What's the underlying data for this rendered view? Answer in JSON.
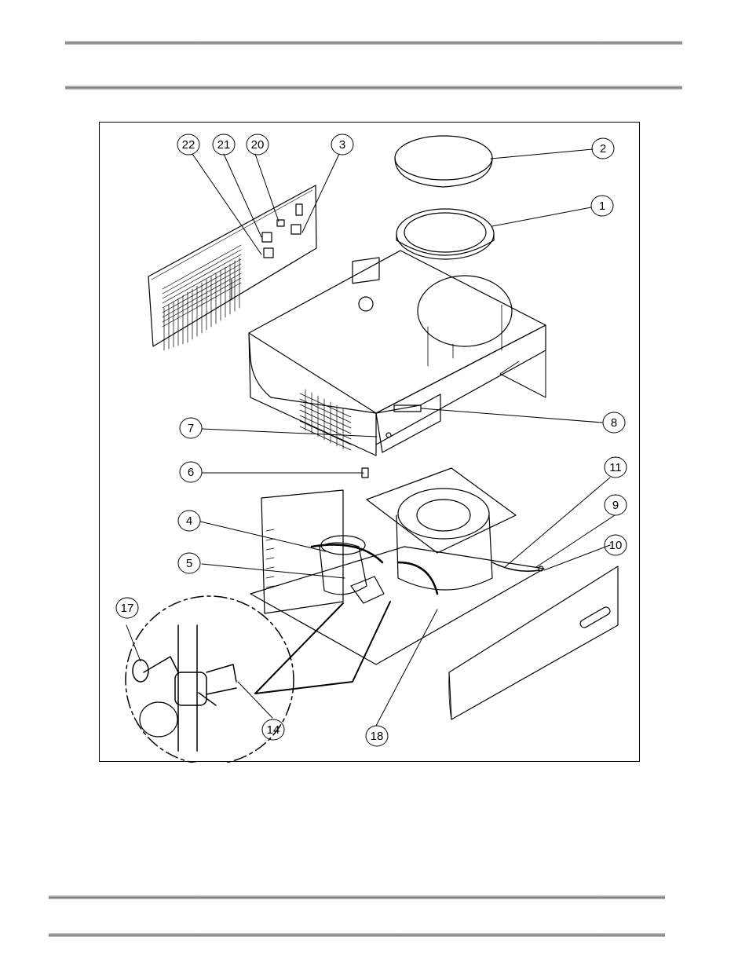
{
  "colors": {
    "rule": "#808080",
    "line": "#000000",
    "page": "#ffffff"
  },
  "diagram": {
    "callouts": [
      {
        "id": "22",
        "label": "22"
      },
      {
        "id": "21",
        "label": "21"
      },
      {
        "id": "20",
        "label": "20"
      },
      {
        "id": "3",
        "label": "3"
      },
      {
        "id": "2",
        "label": "2"
      },
      {
        "id": "1",
        "label": "1"
      },
      {
        "id": "7",
        "label": "7"
      },
      {
        "id": "8",
        "label": "8"
      },
      {
        "id": "6",
        "label": "6"
      },
      {
        "id": "11",
        "label": "11"
      },
      {
        "id": "9",
        "label": "9"
      },
      {
        "id": "4",
        "label": "4"
      },
      {
        "id": "10",
        "label": "10"
      },
      {
        "id": "5",
        "label": "5"
      },
      {
        "id": "17",
        "label": "17"
      },
      {
        "id": "14",
        "label": "14"
      },
      {
        "id": "18",
        "label": "18"
      }
    ]
  }
}
